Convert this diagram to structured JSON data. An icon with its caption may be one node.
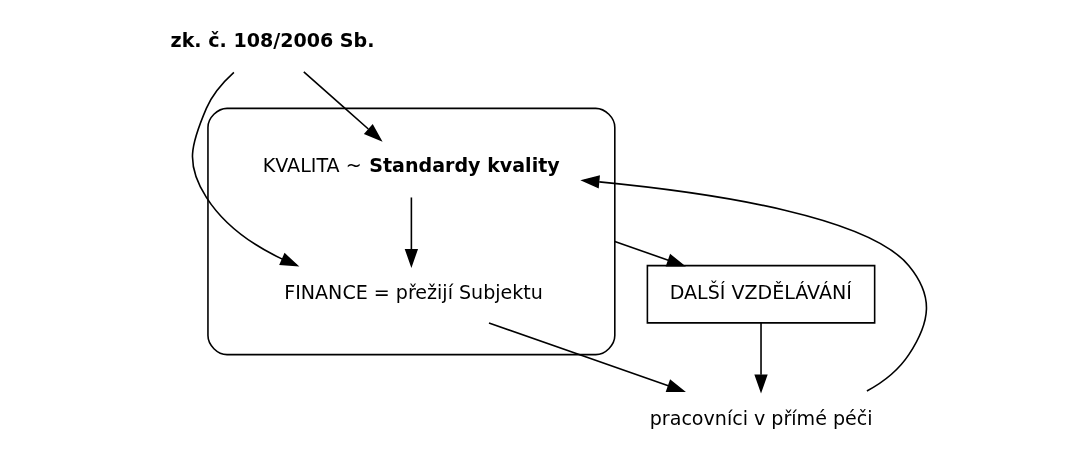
{
  "diagram": {
    "nodes": [
      {
        "text": [
          "zk. č. 108/2006 Sb."
        ]
      },
      {
        "text": [],
        "shape": "ellipse"
      },
      {
        "text": [
          "KVALITA ~ **Standardy kvality**"
        ],
        "in": 1
      },
      {
        "text": [
          "FINANCE = přežijí Subjektu"
        ],
        "in": 1
      },
      {
        "text": [
          "pracovníci v přímé péči"
        ]
      },
      {
        "text": [
          "DALŠÍ VZDĚLÁVÁNÍ"
        ]
      }
    ],
    "edges": [
      {
        "from": 0,
        "to": 2,
        "arrow": "to"
      },
      {
        "from": 0,
        "to": 3,
        "arrow": "to"
      },
      {
        "from": 2,
        "to": 3,
        "arrow": "to"
      },
      {
        "from": 3,
        "to": 4,
        "arrow": "to"
      },
      {
        "from": 4,
        "to": 2,
        "arrow": "to"
      },
      {
        "from": 1,
        "to": 5,
        "arrow": "to"
      },
      {
        "from": 5,
        "to": 4,
        "arrow": "to"
      }
    ]
  }
}
